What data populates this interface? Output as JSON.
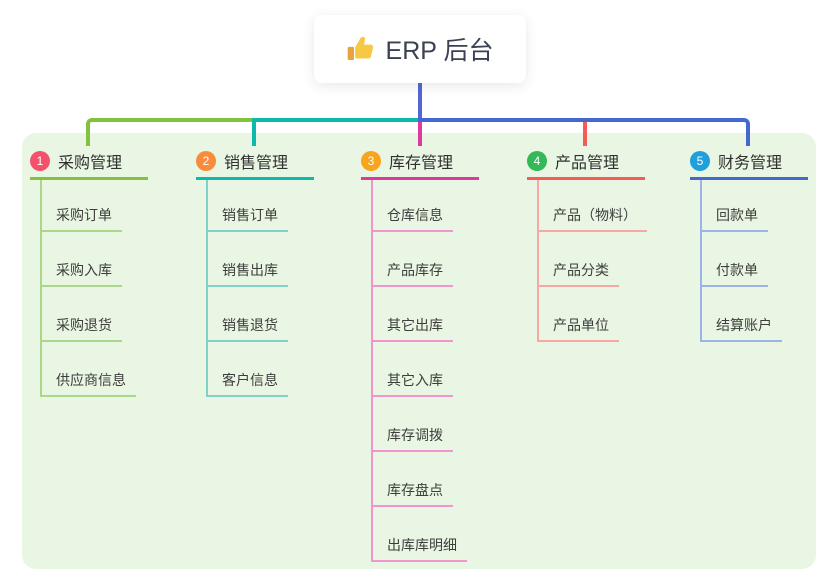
{
  "root": {
    "label": "ERP 后台",
    "icon": "thumbs-up-icon",
    "connector_color": "#5267d4"
  },
  "panel": {
    "background": "#e9f6e3"
  },
  "branches": [
    {
      "num": "1",
      "label": "采购管理",
      "badge_color": "#f4516c",
      "line_color": "#82c23d",
      "child_line_color": "#abd78a",
      "children": [
        "采购订单",
        "采购入库",
        "采购退货",
        "供应商信息"
      ]
    },
    {
      "num": "2",
      "label": "销售管理",
      "badge_color": "#f98b3d",
      "line_color": "#0db9ad",
      "child_line_color": "#81d1c9",
      "children": [
        "销售订单",
        "销售出库",
        "销售退货",
        "客户信息"
      ]
    },
    {
      "num": "3",
      "label": "库存管理",
      "badge_color": "#f8a41c",
      "line_color": "#dc3a9d",
      "child_line_color": "#f095ce",
      "children": [
        "仓库信息",
        "产品库存",
        "其它出库",
        "其它入库",
        "库存调拨",
        "库存盘点",
        "出库库明细"
      ]
    },
    {
      "num": "4",
      "label": "产品管理",
      "badge_color": "#33b957",
      "line_color": "#f75b55",
      "child_line_color": "#f8a8a2",
      "children": [
        "产品（物料）",
        "产品分类",
        "产品单位"
      ]
    },
    {
      "num": "5",
      "label": "财务管理",
      "badge_color": "#1ea0dc",
      "line_color": "#4468d0",
      "child_line_color": "#9db3e8",
      "children": [
        "回款单",
        "付款单",
        "结算账户"
      ]
    }
  ]
}
